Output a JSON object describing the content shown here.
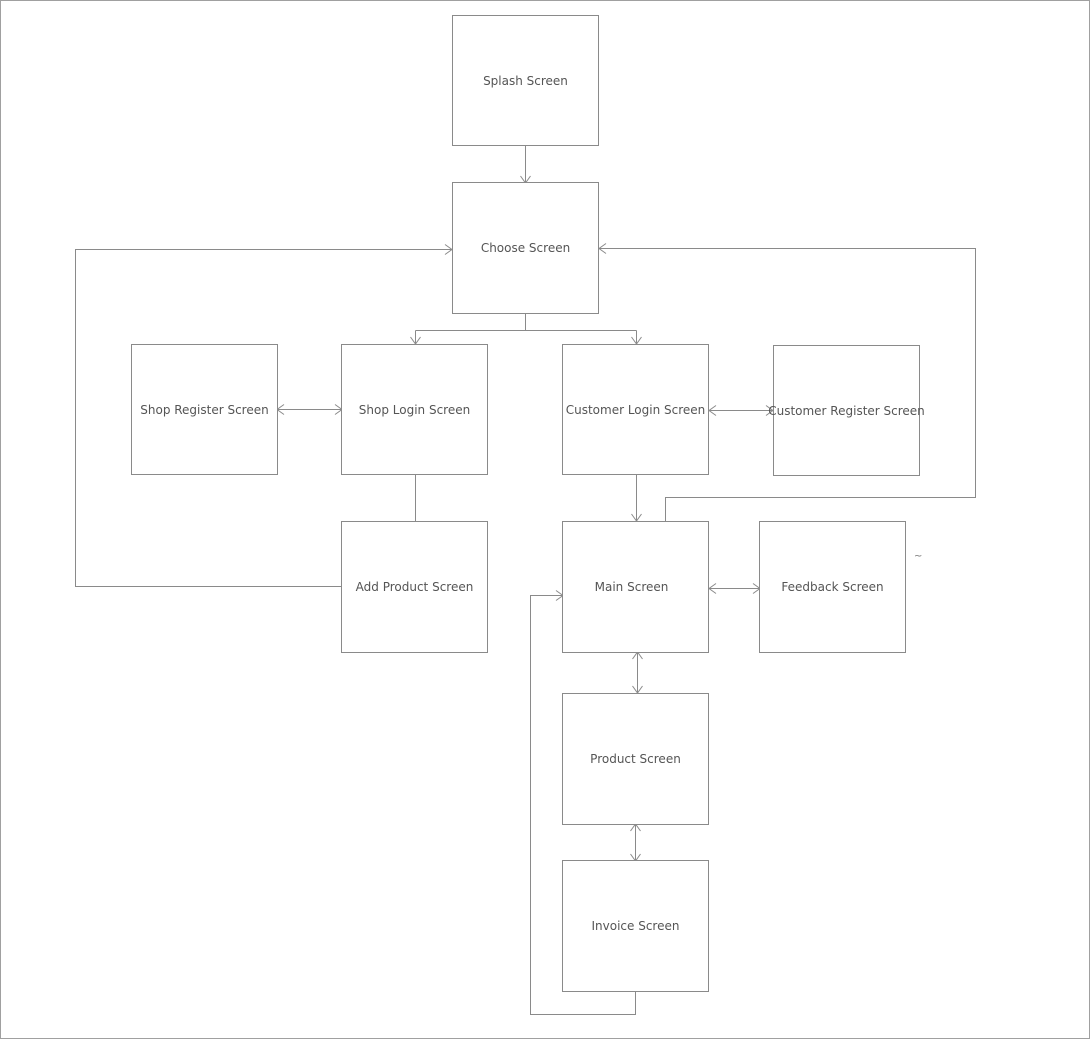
{
  "colors": {
    "border": "#8a8a8a",
    "text": "#555555",
    "connector": "#8a8a8a",
    "background": "#ffffff"
  },
  "nodes": {
    "splash": {
      "label": "Splash Screen"
    },
    "choose": {
      "label": "Choose Screen"
    },
    "shop_register": {
      "label": "Shop Register Screen"
    },
    "shop_login": {
      "label": "Shop Login Screen"
    },
    "customer_login": {
      "label": "Customer Login Screen"
    },
    "customer_register": {
      "label": "Customer Register Screen"
    },
    "add_product": {
      "label": "Add Product Screen"
    },
    "main": {
      "label": "Main Screen"
    },
    "feedback": {
      "label": "Feedback Screen"
    },
    "product": {
      "label": "Product Screen"
    },
    "invoice": {
      "label": "Invoice Screen"
    }
  },
  "edges": [
    {
      "from": "splash",
      "to": "choose",
      "direction": "forward"
    },
    {
      "from": "choose",
      "to": "shop_login",
      "direction": "forward"
    },
    {
      "from": "choose",
      "to": "customer_login",
      "direction": "forward"
    },
    {
      "from": "shop_register",
      "to": "shop_login",
      "direction": "both"
    },
    {
      "from": "customer_login",
      "to": "customer_register",
      "direction": "both"
    },
    {
      "from": "shop_login",
      "to": "add_product",
      "direction": "none"
    },
    {
      "from": "add_product",
      "to": "choose",
      "direction": "forward"
    },
    {
      "from": "customer_login",
      "to": "main",
      "direction": "forward"
    },
    {
      "from": "main",
      "to": "choose",
      "direction": "forward"
    },
    {
      "from": "main",
      "to": "feedback",
      "direction": "both"
    },
    {
      "from": "main",
      "to": "product",
      "direction": "both"
    },
    {
      "from": "product",
      "to": "invoice",
      "direction": "both"
    },
    {
      "from": "invoice",
      "to": "main",
      "direction": "forward"
    }
  ],
  "stray_mark": "~"
}
